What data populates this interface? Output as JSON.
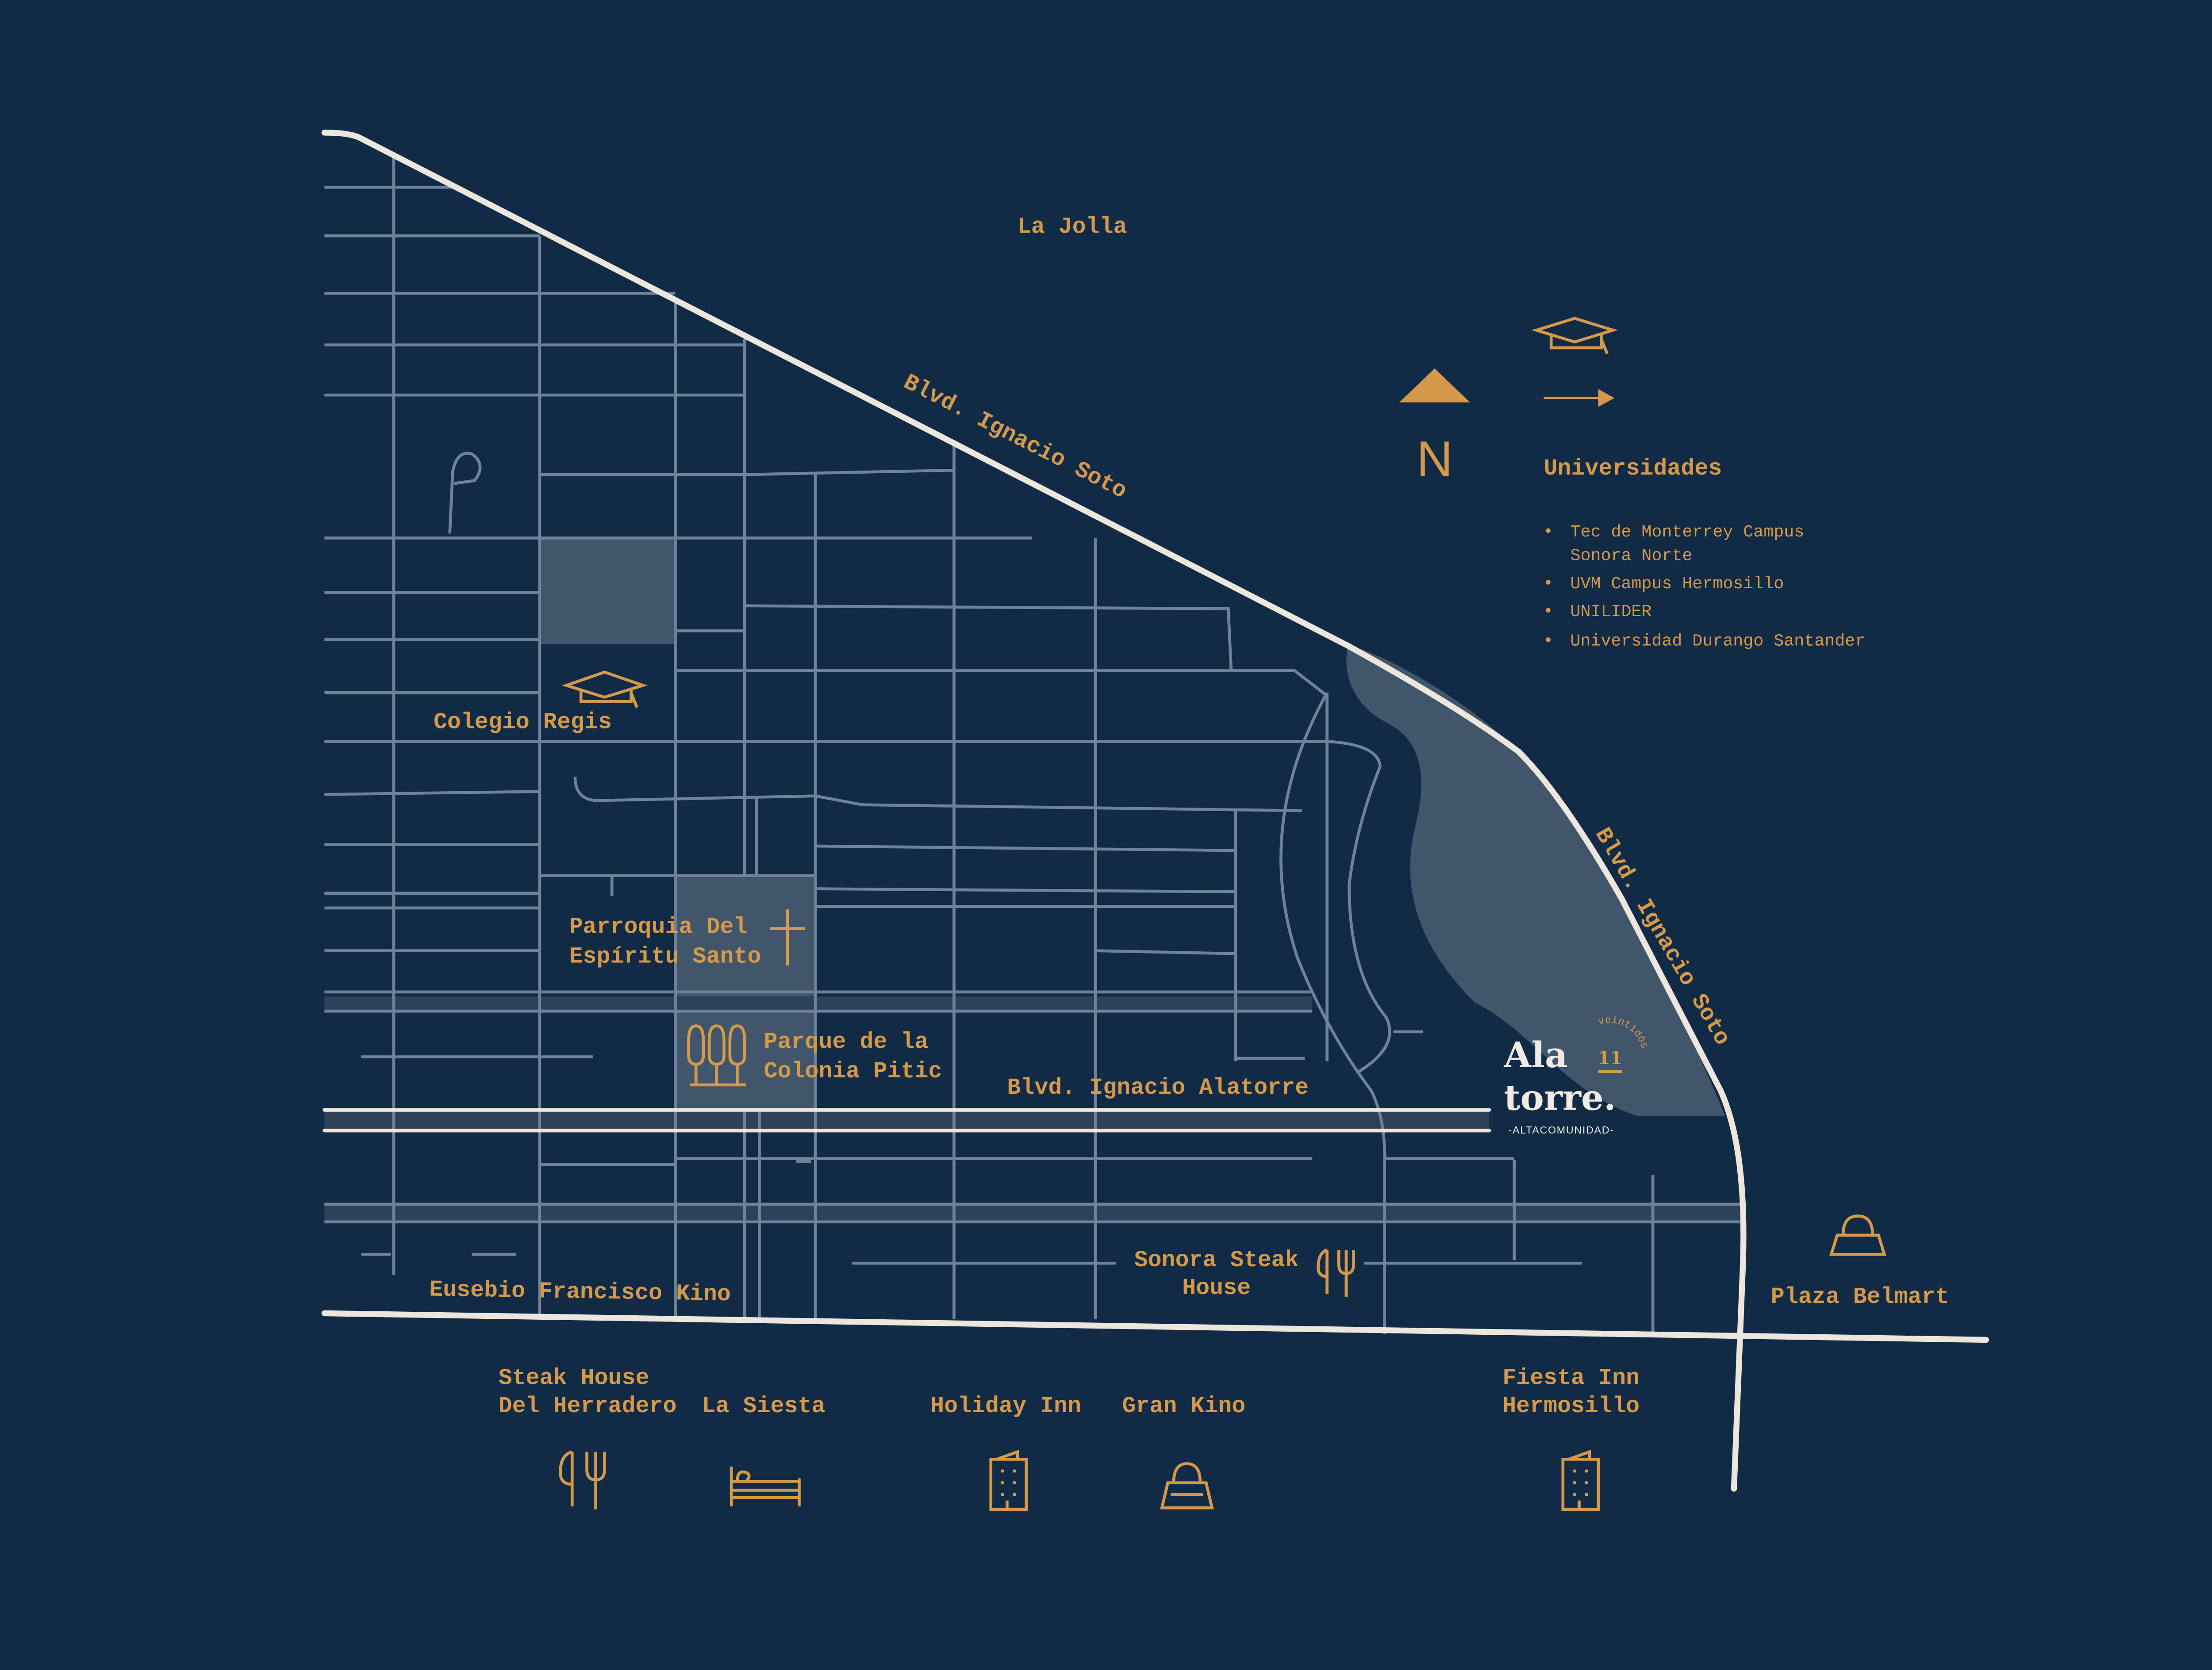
{
  "colors": {
    "background": "#112a46",
    "accent": "#d4994a",
    "street": "#6f8299",
    "main_road": "#ece6dc",
    "area": "#41566b"
  },
  "labels": {
    "la_jolla": "La Jolla",
    "blvd_soto_1": "Blvd. Ignacio Soto",
    "blvd_soto_2": "Blvd. Ignacio Soto",
    "blvd_alatorre": "Blvd. Ignacio Alatorre",
    "colegio_regis": "Colegio Regis",
    "parroquia": [
      "Parroquia Del",
      "Espíritu Santo"
    ],
    "parque": [
      "Parque de la",
      "Colonia Pitic"
    ],
    "kino": "Eusebio Francisco Kino",
    "sonora_steak": [
      "Sonora Steak",
      "House"
    ],
    "plaza_belmart": "Plaza Belmart"
  },
  "compass": {
    "letter": "N"
  },
  "legend": {
    "title": "Universidades",
    "items": [
      [
        "Tec de Monterrey Campus",
        "Sonora Norte"
      ],
      [
        "UVM Campus Hermosillo"
      ],
      [
        "UNILIDER"
      ],
      [
        "Universidad Durango Santander"
      ]
    ]
  },
  "logo": {
    "line1": "Ala",
    "line2": "torre.",
    "tagline": "-ALTACOMUNIDAD-",
    "arc": "veintidós",
    "number": "11"
  },
  "bottom_places": [
    {
      "lines": [
        "Steak House",
        "Del Herradero"
      ],
      "icon": "restaurant-icon"
    },
    {
      "lines": [
        "La Siesta"
      ],
      "icon": "bed-icon"
    },
    {
      "lines": [
        "Holiday Inn"
      ],
      "icon": "hotel-icon"
    },
    {
      "lines": [
        "Gran Kino"
      ],
      "icon": "shopping-bag-icon"
    },
    {
      "lines": [
        "Fiesta Inn",
        "Hermosillo"
      ],
      "icon": "hotel-icon"
    }
  ]
}
